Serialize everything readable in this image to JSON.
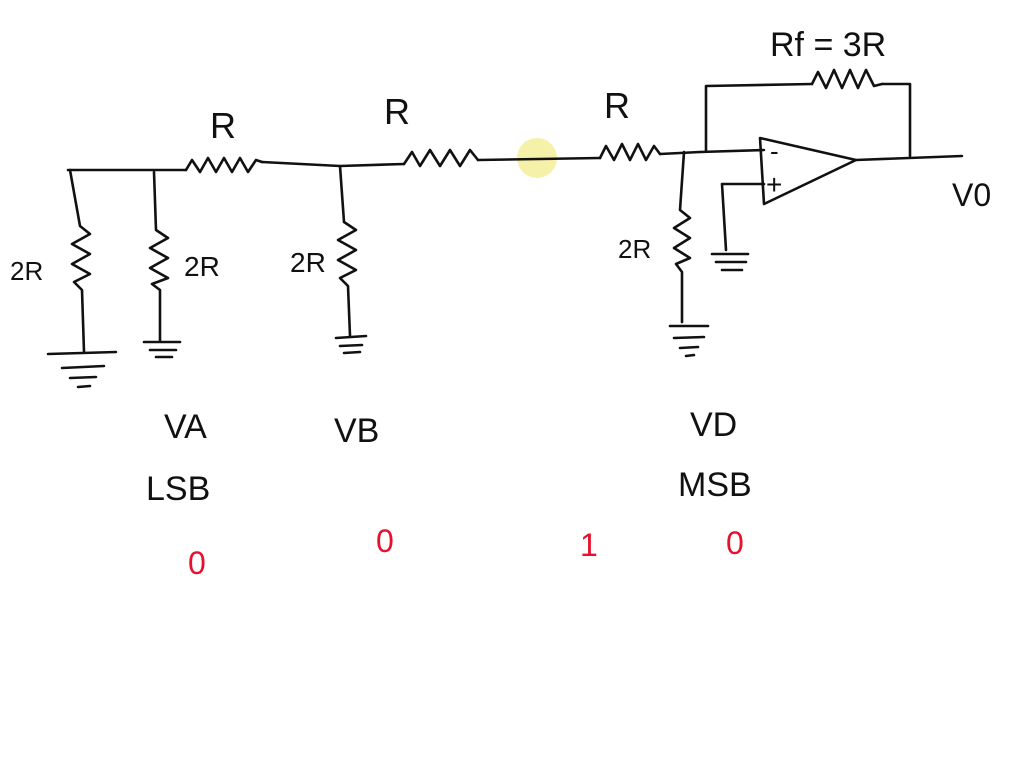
{
  "colors": {
    "ink": "#111111",
    "bits": "#e8112d",
    "cursor": "#f5ee9a"
  },
  "labels": {
    "r_top_1": "R",
    "r_top_2": "R",
    "r_top_3": "R",
    "rf": "Rf = 3R",
    "r2_1": "2R",
    "r2_2": "2R",
    "r2_3": "2R",
    "r2_4": "2R",
    "op_minus": "-",
    "op_plus": "+",
    "vo": "V0",
    "va": "VA",
    "vb": "VB",
    "vd": "VD",
    "lsb": "LSB",
    "msb": "MSB"
  },
  "bits": [
    "0",
    "0",
    "1",
    "0"
  ]
}
